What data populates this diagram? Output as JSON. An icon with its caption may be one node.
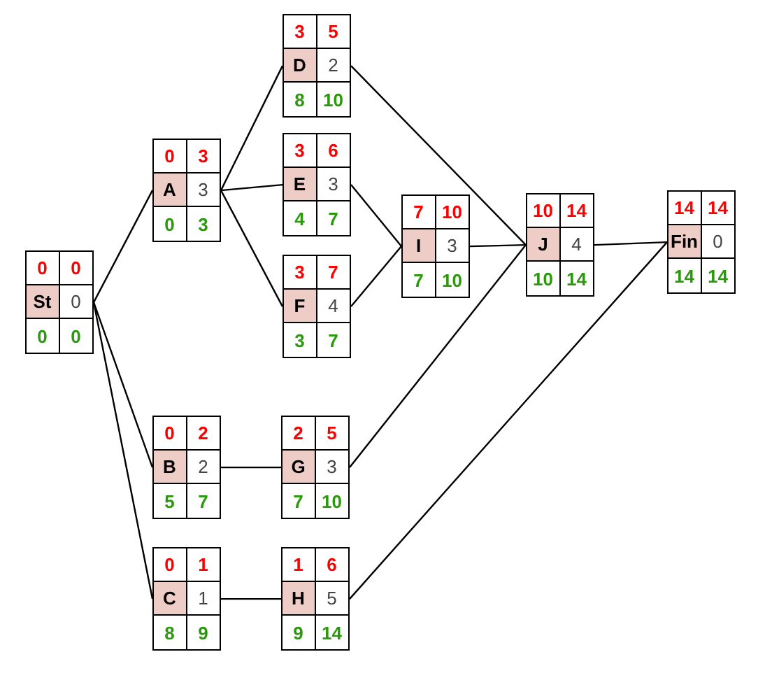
{
  "diagram": {
    "nodes": [
      {
        "text": [
          "0",
          "0",
          "St",
          "0",
          "0",
          "0"
        ]
      },
      {
        "text": [
          "0",
          "3",
          "A",
          "3",
          "0",
          "3"
        ]
      },
      {
        "text": [
          "0",
          "2",
          "B",
          "2",
          "5",
          "7"
        ]
      },
      {
        "text": [
          "0",
          "1",
          "C",
          "1",
          "8",
          "9"
        ]
      },
      {
        "text": [
          "3",
          "5",
          "D",
          "2",
          "8",
          "10"
        ]
      },
      {
        "text": [
          "3",
          "6",
          "E",
          "3",
          "4",
          "7"
        ]
      },
      {
        "text": [
          "3",
          "7",
          "F",
          "4",
          "3",
          "7"
        ]
      },
      {
        "text": [
          "2",
          "5",
          "G",
          "3",
          "7",
          "10"
        ]
      },
      {
        "text": [
          "1",
          "6",
          "H",
          "5",
          "9",
          "14"
        ]
      },
      {
        "text": [
          "7",
          "10",
          "I",
          "3",
          "7",
          "10"
        ]
      },
      {
        "text": [
          "10",
          "14",
          "J",
          "4",
          "10",
          "14"
        ]
      },
      {
        "text": [
          "14",
          "14",
          "Fin",
          "0",
          "14",
          "14"
        ]
      }
    ],
    "edges": [
      {
        "from": 0,
        "to": 1,
        "arrow": "none"
      },
      {
        "from": 0,
        "to": 2,
        "arrow": "none"
      },
      {
        "from": 0,
        "to": 3,
        "arrow": "none"
      },
      {
        "from": 1,
        "to": 4,
        "arrow": "none"
      },
      {
        "from": 1,
        "to": 5,
        "arrow": "none"
      },
      {
        "from": 1,
        "to": 6,
        "arrow": "none"
      },
      {
        "from": 2,
        "to": 7,
        "arrow": "none"
      },
      {
        "from": 3,
        "to": 8,
        "arrow": "none"
      },
      {
        "from": 4,
        "to": 10,
        "arrow": "none"
      },
      {
        "from": 5,
        "to": 9,
        "arrow": "none"
      },
      {
        "from": 6,
        "to": 9,
        "arrow": "none"
      },
      {
        "from": 7,
        "to": 10,
        "arrow": "none"
      },
      {
        "from": 9,
        "to": 10,
        "arrow": "none"
      },
      {
        "from": 8,
        "to": 11,
        "arrow": "none"
      },
      {
        "from": 10,
        "to": 11,
        "arrow": "none"
      }
    ]
  }
}
